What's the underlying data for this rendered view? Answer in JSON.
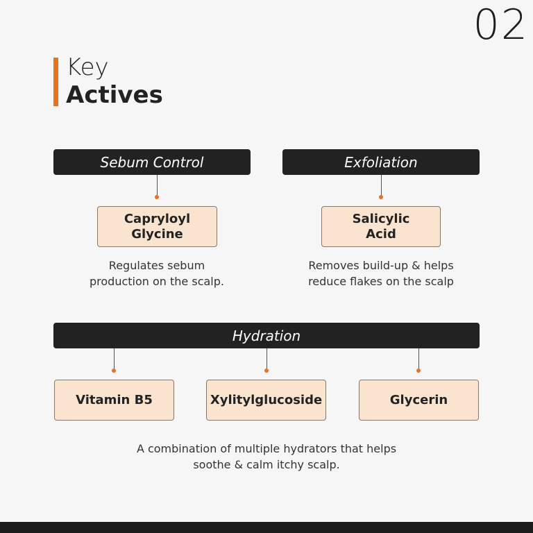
{
  "page_number": "02",
  "title": {
    "line1": "Key",
    "line2": "Actives"
  },
  "accent_color": "#e8731f",
  "groups": [
    {
      "category": "Sebum Control",
      "ingredient": "Capryloyl\nGlycine",
      "description": "Regulates sebum\nproduction on the scalp."
    },
    {
      "category": "Exfoliation",
      "ingredient": "Salicylic\nAcid",
      "description": "Removes build-up & helps\nreduce flakes on the scalp"
    }
  ],
  "hydration": {
    "category": "Hydration",
    "ingredients": [
      "Vitamin B5",
      "Xylitylglucoside",
      "Glycerin"
    ],
    "description": "A combination of multiple hydrators that helps\nsoothe & calm itchy scalp."
  }
}
